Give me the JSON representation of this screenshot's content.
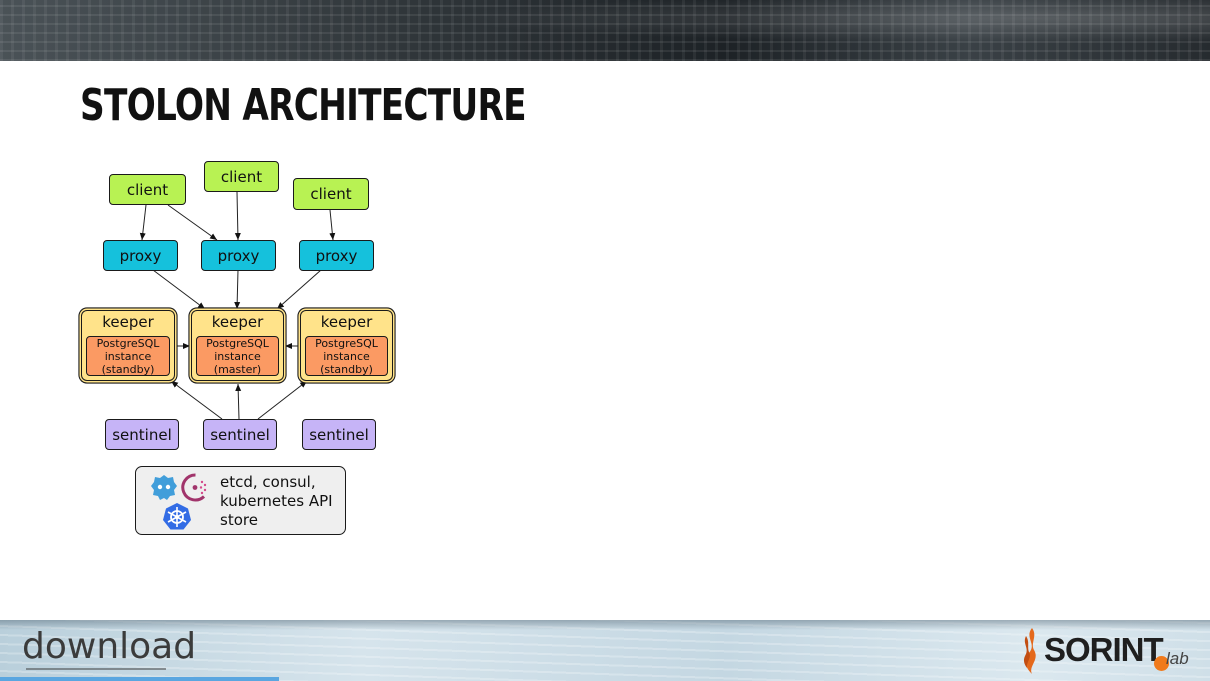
{
  "slide": {
    "title": "Stolon Architecture"
  },
  "diagram": {
    "clients": [
      {
        "label": "client"
      },
      {
        "label": "client"
      },
      {
        "label": "client"
      }
    ],
    "proxies": [
      {
        "label": "proxy"
      },
      {
        "label": "proxy"
      },
      {
        "label": "proxy"
      }
    ],
    "keepers": [
      {
        "label": "keeper",
        "instance": "PostgreSQL\ninstance\n(standby)"
      },
      {
        "label": "keeper",
        "instance": "PostgreSQL\ninstance\n(master)"
      },
      {
        "label": "keeper",
        "instance": "PostgreSQL\ninstance\n(standby)"
      }
    ],
    "sentinels": [
      {
        "label": "sentinel"
      },
      {
        "label": "sentinel"
      },
      {
        "label": "sentinel"
      }
    ],
    "store": {
      "label": "etcd, consul,\nkubernetes API\nstore",
      "icons": [
        "etcd-icon",
        "consul-icon",
        "kubernetes-icon"
      ]
    },
    "colors": {
      "client": "#b8f253",
      "proxy": "#15c1dc",
      "keeper": "#ffe38a",
      "postgres": "#fb9a63",
      "sentinel": "#c6b4f7",
      "store": "#efefef"
    }
  },
  "footer": {
    "left_logo": "download",
    "right_logo": "SORINT",
    "right_logo_suffix": "lab"
  }
}
